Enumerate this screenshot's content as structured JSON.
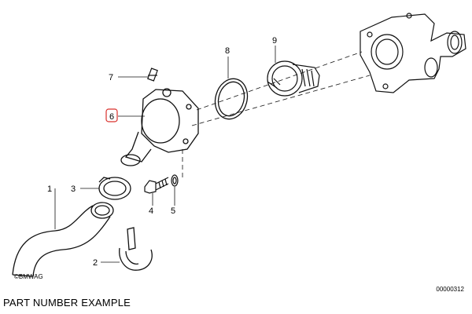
{
  "diagram": {
    "callouts": [
      {
        "id": "1",
        "label": "1"
      },
      {
        "id": "2",
        "label": "2"
      },
      {
        "id": "3",
        "label": "3"
      },
      {
        "id": "4",
        "label": "4"
      },
      {
        "id": "5",
        "label": "5"
      },
      {
        "id": "6",
        "label": "6",
        "highlighted": true
      },
      {
        "id": "7",
        "label": "7"
      },
      {
        "id": "8",
        "label": "8"
      },
      {
        "id": "9",
        "label": "9"
      }
    ],
    "copyright": "©BMWAG",
    "doc_number": "00000312",
    "highlight_color": "#d9302c"
  },
  "caption": "PART NUMBER EXAMPLE"
}
